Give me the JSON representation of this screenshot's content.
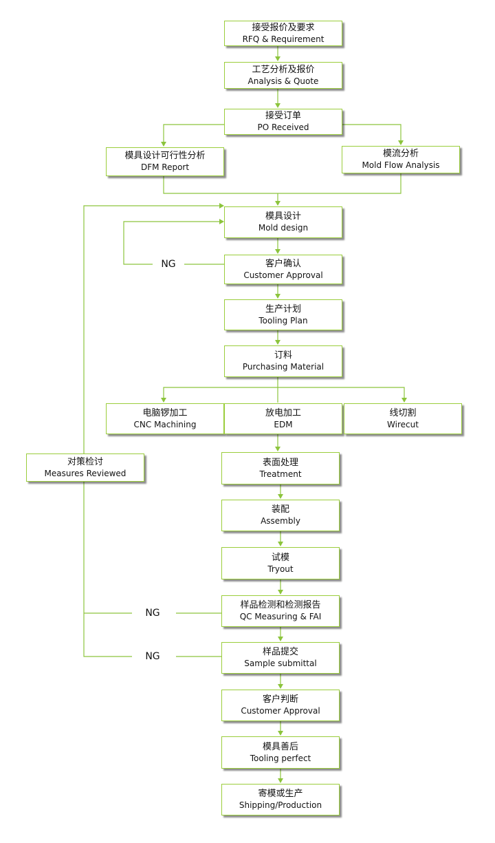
{
  "colors": {
    "line": "#8cc43c",
    "border": "#9acd3a"
  },
  "nodes": {
    "rfq": {
      "zh": "接受报价及要求",
      "en": "RFQ & Requirement"
    },
    "analysis": {
      "zh": "工艺分析及报价",
      "en": "Analysis & Quote"
    },
    "po": {
      "zh": "接受订单",
      "en": "PO Received"
    },
    "dfm": {
      "zh": "模具设计可行性分析",
      "en": "DFM Report"
    },
    "moldflow": {
      "zh": "模流分析",
      "en": "Mold Flow Analysis"
    },
    "molddesign": {
      "zh": "模具设计",
      "en": "Mold design"
    },
    "customer_approval1": {
      "zh": "客户确认",
      "en": "Customer Approval"
    },
    "tooling_plan": {
      "zh": "生产计划",
      "en": "Tooling Plan"
    },
    "purchasing": {
      "zh": "订料",
      "en": "Purchasing Material"
    },
    "cnc": {
      "zh": "电脑锣加工",
      "en": "CNC Machining"
    },
    "edm": {
      "zh": "放电加工",
      "en": "EDM"
    },
    "wirecut": {
      "zh": "线切割",
      "en": "Wirecut"
    },
    "measures": {
      "zh": "对策检讨",
      "en": "Measures Reviewed"
    },
    "treatment": {
      "zh": "表面处理",
      "en": "Treatment"
    },
    "assembly": {
      "zh": "装配",
      "en": "Assembly"
    },
    "tryout": {
      "zh": "试模",
      "en": "Tryout"
    },
    "qc": {
      "zh": "样品检测和检测报告",
      "en": "QC Measuring & FAI"
    },
    "sample": {
      "zh": "样品提交",
      "en": "Sample submittal"
    },
    "customer_approval2": {
      "zh": "客户判断",
      "en": "Customer Approval"
    },
    "tooling_perfect": {
      "zh": "模具善后",
      "en": "Tooling perfect"
    },
    "shipping": {
      "zh": "寄模或生产",
      "en": "Shipping/Production"
    }
  },
  "ng_labels": {
    "ng1": "NG",
    "ng2": "NG",
    "ng3": "NG"
  }
}
